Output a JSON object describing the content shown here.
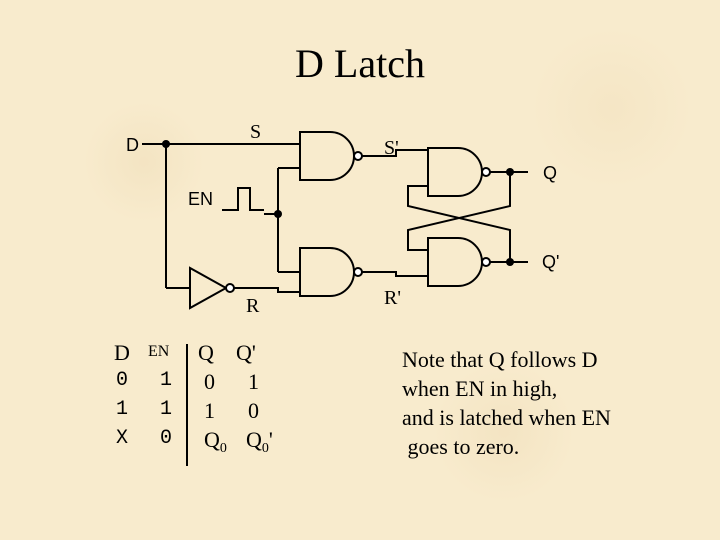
{
  "title": "D Latch",
  "labels": {
    "D": "D",
    "S": "S",
    "S_prime": "S'",
    "EN": "EN",
    "Q": "Q",
    "Q_prime": "Q'",
    "R": "R",
    "R_prime": "R'"
  },
  "truth_table": {
    "headers": [
      "D",
      "EN",
      "Q",
      "Q'"
    ],
    "rows": [
      [
        "0",
        "1",
        "0",
        "1"
      ],
      [
        "1",
        "1",
        "1",
        "0"
      ],
      [
        "X",
        "0",
        "Q",
        "Q"
      ]
    ],
    "latched_subscript": "0",
    "latched_prime": "'"
  },
  "note": {
    "lines": [
      "Note that Q follows D",
      "when EN in high,",
      "and is latched when EN",
      " goes to zero."
    ]
  }
}
